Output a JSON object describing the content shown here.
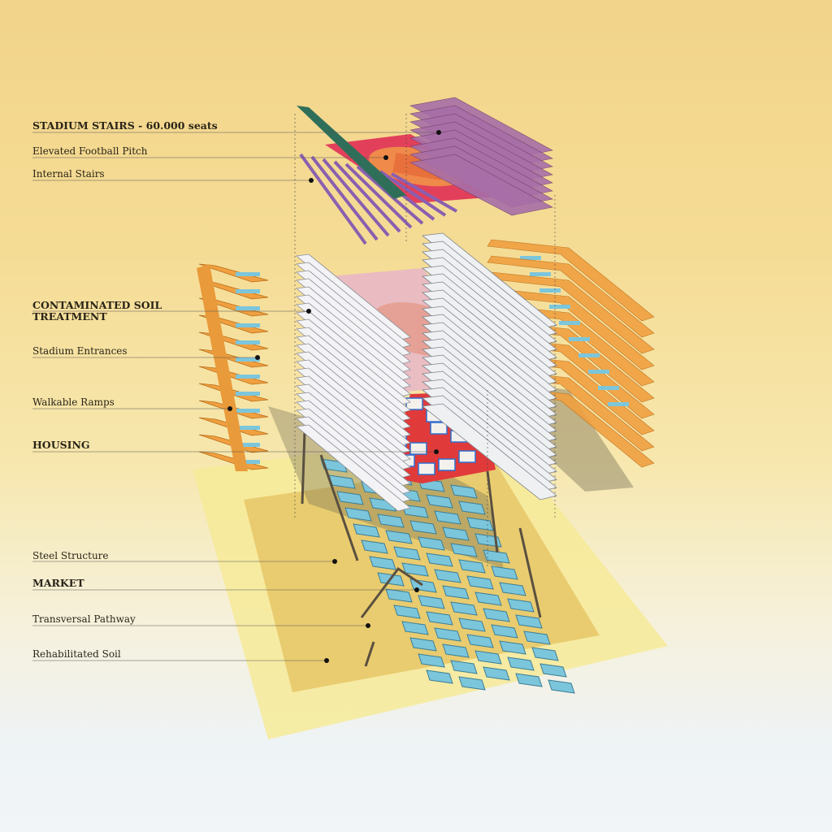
{
  "labels": {
    "stadium_stairs": "STADIUM STAIRS - 60.000 seats",
    "elevated_pitch": "Elevated Football Pitch",
    "internal_stairs": "Internal Stairs",
    "soil_treatment_1": "CONTAMINATED SOIL",
    "soil_treatment_2": "TREATMENT",
    "stadium_entrances": "Stadium Entrances",
    "walkable_ramps": "Walkable Ramps",
    "housing": "HOUSING",
    "steel_structure": "Steel Structure",
    "market": "MARKET",
    "transversal_pathway": "Transversal Pathway",
    "rehabilitated_soil": "Rehabilitated Soil"
  },
  "colors": {
    "pitch_red": "#e2405a",
    "pitch_orange": "#ef8a4a",
    "stands_purple": "#a86fa8",
    "ramps_orange": "#f0a040",
    "stall_blue": "#7cc6dc",
    "housing_red": "#e03a3a",
    "ground_yellow": "#f6ea98"
  }
}
